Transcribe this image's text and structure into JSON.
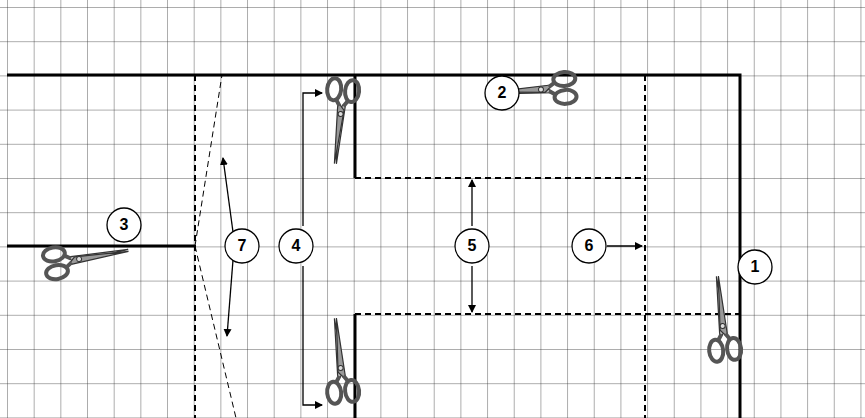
{
  "diagram": {
    "labels": [
      "2",
      "3",
      "7",
      "4",
      "5",
      "6",
      "1"
    ]
  }
}
